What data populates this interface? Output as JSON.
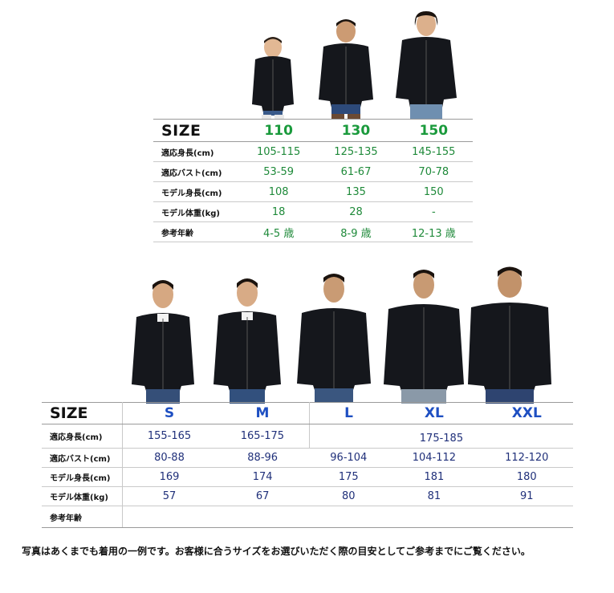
{
  "kids": {
    "header_label": "SIZE",
    "sizes": [
      "110",
      "130",
      "150"
    ],
    "rows": [
      {
        "label": "適応身長(cm)",
        "values": [
          "105-115",
          "125-135",
          "145-155"
        ]
      },
      {
        "label": "適応バスト(cm)",
        "values": [
          "53-59",
          "61-67",
          "70-78"
        ]
      },
      {
        "label": "モデル身長(cm)",
        "values": [
          "108",
          "135",
          "150"
        ]
      },
      {
        "label": "モデル体重(kg)",
        "values": [
          "18",
          "28",
          "-"
        ]
      },
      {
        "label": "参考年齢",
        "values": [
          "4-5 歳",
          "8-9 歳",
          "12-13 歳"
        ]
      }
    ]
  },
  "adults": {
    "header_label": "SIZE",
    "sizes": [
      "S",
      "M",
      "L",
      "XL",
      "XXL"
    ],
    "height_row": {
      "label": "適応身長(cm)",
      "s": "155-165",
      "m": "165-175",
      "l_xxl": "175-185"
    },
    "rows": [
      {
        "label": "適応バスト(cm)",
        "values": [
          "80-88",
          "88-96",
          "96-104",
          "104-112",
          "112-120"
        ]
      },
      {
        "label": "モデル身長(cm)",
        "values": [
          "169",
          "174",
          "175",
          "181",
          "180"
        ]
      },
      {
        "label": "モデル体重(kg)",
        "values": [
          "57",
          "67",
          "80",
          "81",
          "91"
        ]
      }
    ],
    "age_row_label": "参考年齢"
  },
  "footnote": "写真はあくまでも着用の一例です。お客様に合うサイズをお選びいただく際の目安としてご参考までにご覧ください。",
  "colors": {
    "kids_accent": "#1a9a3c",
    "adult_accent": "#1e4fc2",
    "hoodie": "#15171c"
  }
}
